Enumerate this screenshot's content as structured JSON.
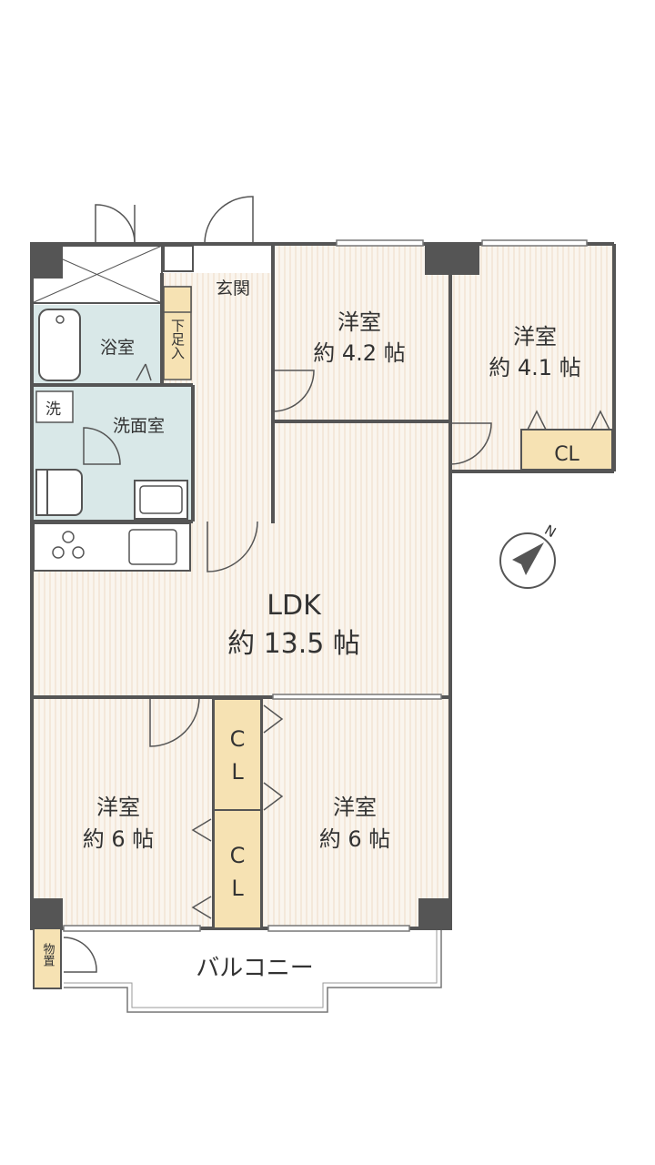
{
  "labels": {
    "genkan": "玄関",
    "yokushitsu": "浴室",
    "geta": "下足入",
    "sentaku": "洗",
    "senmenjo": "洗面室",
    "room_a_name": "洋室",
    "room_a_size": "約 4.2 帖",
    "room_b_name": "洋室",
    "room_b_size": "約 4.1 帖",
    "ldk_name": "LDK",
    "ldk_size": "約 13.5 帖",
    "room_c_name": "洋室",
    "room_c_size": "約 6 帖",
    "room_d_name": "洋室",
    "room_d_size": "約 6 帖",
    "cl_upper": "CL",
    "cl_c1": "C",
    "cl_l1": "L",
    "cl_c2": "C",
    "cl_l2": "L",
    "monooki": "物置",
    "balcony": "バルコニー",
    "compass": "N"
  },
  "colors": {
    "wall": "#555555",
    "floor": "#faf5ee",
    "stripe": "#f0e2cf",
    "wet_area": "#d9e8e8",
    "closet": "#f6e2b3",
    "pillar": "#555555"
  }
}
